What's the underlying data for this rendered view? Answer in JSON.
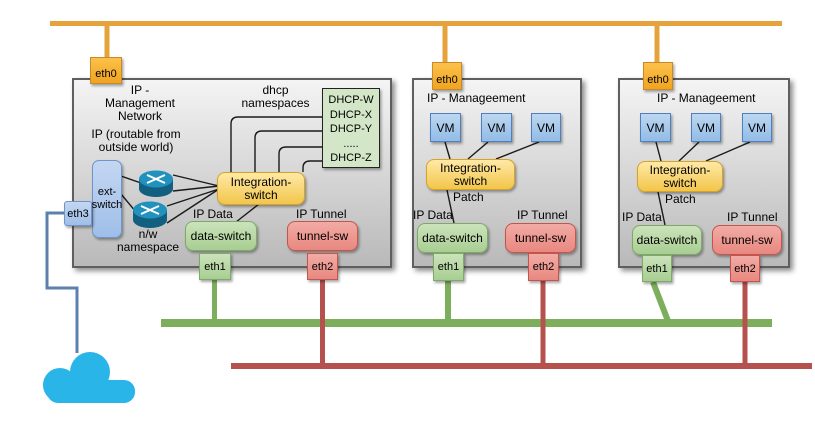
{
  "colors": {
    "management_bus": "#E7A33B",
    "data_bus": "#7DAE5C",
    "tunnel_bus": "#B5524E",
    "external_link_line": "#5D80AC",
    "cloud": "#29B5E8",
    "eth0_fill": "#F5B535",
    "vm_fill": "#A6C8EA",
    "integration_switch_fill": "#F7D678",
    "data_switch_fill": "#B5D6A2",
    "tunnel_switch_fill": "#EE9A93",
    "ext_switch_fill": "#AEC9EE",
    "dhcp_box_fill": "#D3E6C8",
    "node_box_fill": "#D9D9D9"
  },
  "network_node": {
    "eth0_label": "eth0",
    "title": "IP -\nManagement\nNetwork",
    "routable_ip_label": "IP (routable from\noutside world)",
    "dhcp_namespaces_label": "dhcp\nnamespaces",
    "dhcp_entries": [
      "DHCP-W",
      "DHCP-X",
      "DHCP-Y",
      ".....",
      "DHCP-Z"
    ],
    "ext_switch_label": "ext-\nswitch",
    "eth3_label": "eth3",
    "router_icon": "router-icon",
    "nw_namespace_label": "n/w\nnamespace",
    "integration_switch_label": "Integration-\nswitch",
    "ip_data_label": "IP Data",
    "data_switch_label": "data-switch",
    "eth1_label": "eth1",
    "ip_tunnel_label": "IP Tunnel",
    "tunnel_switch_label": "tunnel-sw",
    "eth2_label": "eth2"
  },
  "compute_nodes": [
    {
      "eth0_label": "eth0",
      "title": "IP - Manageement",
      "vm_labels": [
        "VM",
        "VM",
        "VM"
      ],
      "integration_switch_label": "Integration-\nswitch",
      "patch_label": "Patch",
      "ip_data_label": "IP Data",
      "data_switch_label": "data-switch",
      "eth1_label": "eth1",
      "ip_tunnel_label": "IP Tunnel",
      "tunnel_switch_label": "tunnel-sw",
      "eth2_label": "eth2"
    },
    {
      "eth0_label": "eth0",
      "title": "IP - Manageement",
      "vm_labels": [
        "VM",
        "VM",
        "VM"
      ],
      "integration_switch_label": "Integration-\nswitch",
      "patch_label": "Patch",
      "ip_data_label": "IP Data",
      "data_switch_label": "data-switch",
      "eth1_label": "eth1",
      "ip_tunnel_label": "IP Tunnel",
      "tunnel_switch_label": "tunnel-sw",
      "eth2_label": "eth2"
    }
  ]
}
